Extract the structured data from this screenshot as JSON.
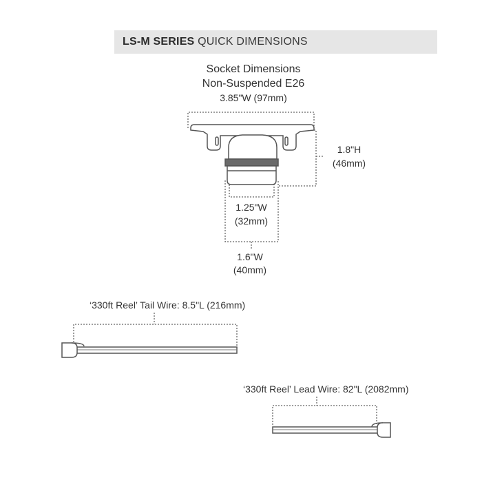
{
  "header": {
    "series": "LS-M SERIES",
    "title": "QUICK DIMENSIONS"
  },
  "socket": {
    "title_line1": "Socket Dimensions",
    "title_line2": "Non-Suspended E26",
    "width_top": "3.85\"W (97mm)",
    "height_line1": "1.8\"H",
    "height_line2": "(46mm)",
    "inner_width_line1": "1.25\"W",
    "inner_width_line2": "(32mm)",
    "bottom_width_line1": "1.6\"W",
    "bottom_width_line2": "(40mm)"
  },
  "tail_wire": {
    "label": "‘330ft Reel’ Tail Wire: 8.5\"L (216mm)"
  },
  "lead_wire": {
    "label": "‘330ft Reel’ Lead Wire: 82\"L (2082mm)"
  },
  "colors": {
    "line": "#555555",
    "fill": "#ffffff",
    "header_bg": "#e6e6e6"
  }
}
